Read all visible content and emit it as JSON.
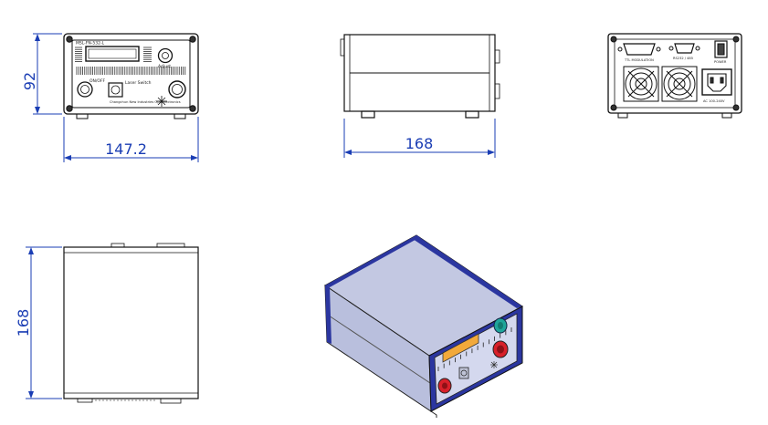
{
  "colors": {
    "dimension": "#1a3db4",
    "outline": "#111111",
    "enclosure_fill": "#c8cde6",
    "enclosure_frame": "#2b36a0",
    "display": "#f2a93b",
    "knob": "#1fa59a",
    "button": "#d8202a"
  },
  "dimensions": {
    "front_height": "92",
    "front_width": "147.2",
    "side_length": "168",
    "top_length": "168"
  },
  "front_panel": {
    "model_label": "MSL-FN-532-L",
    "knob_label": "Adjust",
    "key_label": "ON/OFF",
    "switch_label": "Laser Switch",
    "brand_line": "Changchun New Industries Optoelectronics"
  },
  "rear_panel": {
    "db15_label": "TTL MODULATION",
    "db9_label": "RS232 / 485",
    "switch_label": "POWER",
    "inlet_label": "AC 100-240V"
  }
}
